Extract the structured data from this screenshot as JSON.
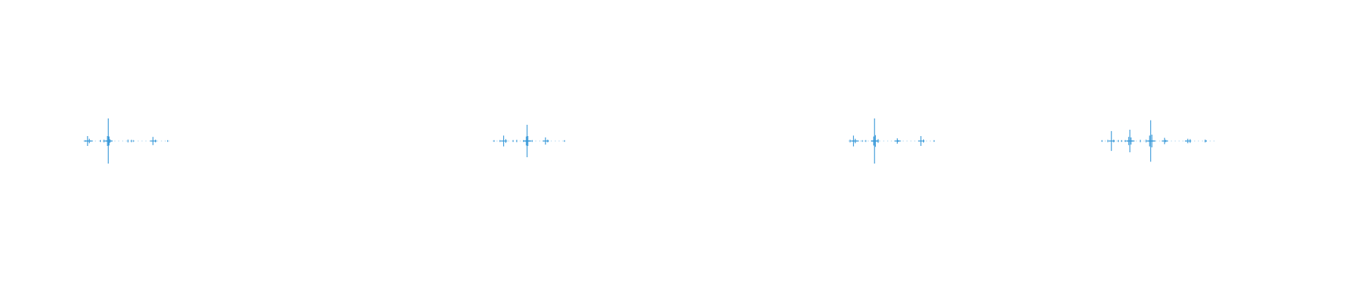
{
  "colors": {
    "background": "#ffffff",
    "waveform": "#3a9ad9"
  },
  "waveforms": [
    {
      "id": "waveform-1",
      "peaks": [
        {
          "offset": 0.02,
          "amp": 0.02
        },
        {
          "offset": 0.05,
          "amp": 0.22
        },
        {
          "offset": 0.07,
          "amp": 0.1
        },
        {
          "offset": 0.2,
          "amp": 0.04
        },
        {
          "offset": 0.24,
          "amp": 0.06
        },
        {
          "offset": 0.28,
          "amp": 0.22
        },
        {
          "offset": 0.29,
          "amp": 1.0
        },
        {
          "offset": 0.3,
          "amp": 0.2
        },
        {
          "offset": 0.31,
          "amp": 0.08
        },
        {
          "offset": 0.52,
          "amp": 0.06
        },
        {
          "offset": 0.56,
          "amp": 0.05
        },
        {
          "offset": 0.58,
          "amp": 0.04
        },
        {
          "offset": 0.81,
          "amp": 0.18
        },
        {
          "offset": 0.84,
          "amp": 0.06
        },
        {
          "offset": 0.98,
          "amp": 0.02
        }
      ]
    },
    {
      "id": "waveform-2",
      "peaks": [
        {
          "offset": 0.02,
          "amp": 0.03
        },
        {
          "offset": 0.1,
          "amp": 0.04
        },
        {
          "offset": 0.15,
          "amp": 0.24
        },
        {
          "offset": 0.18,
          "amp": 0.08
        },
        {
          "offset": 0.28,
          "amp": 0.04
        },
        {
          "offset": 0.33,
          "amp": 0.05
        },
        {
          "offset": 0.42,
          "amp": 0.04
        },
        {
          "offset": 0.46,
          "amp": 0.2
        },
        {
          "offset": 0.47,
          "amp": 0.72
        },
        {
          "offset": 0.48,
          "amp": 0.22
        },
        {
          "offset": 0.54,
          "amp": 0.04
        },
        {
          "offset": 0.72,
          "amp": 0.16
        },
        {
          "offset": 0.75,
          "amp": 0.06
        },
        {
          "offset": 0.98,
          "amp": 0.03
        }
      ]
    },
    {
      "id": "waveform-3",
      "peaks": [
        {
          "offset": 0.02,
          "amp": 0.06
        },
        {
          "offset": 0.06,
          "amp": 0.24
        },
        {
          "offset": 0.08,
          "amp": 0.1
        },
        {
          "offset": 0.16,
          "amp": 0.03
        },
        {
          "offset": 0.2,
          "amp": 0.04
        },
        {
          "offset": 0.29,
          "amp": 0.2
        },
        {
          "offset": 0.3,
          "amp": 1.0
        },
        {
          "offset": 0.31,
          "amp": 0.26
        },
        {
          "offset": 0.34,
          "amp": 0.08
        },
        {
          "offset": 0.56,
          "amp": 0.12
        },
        {
          "offset": 0.57,
          "amp": 0.04
        },
        {
          "offset": 0.83,
          "amp": 0.22
        },
        {
          "offset": 0.86,
          "amp": 0.07
        },
        {
          "offset": 0.98,
          "amp": 0.03
        }
      ]
    },
    {
      "id": "waveform-4",
      "peaks": [
        {
          "offset": 0.01,
          "amp": 0.03
        },
        {
          "offset": 0.06,
          "amp": 0.05
        },
        {
          "offset": 0.09,
          "amp": 0.44
        },
        {
          "offset": 0.11,
          "amp": 0.06
        },
        {
          "offset": 0.15,
          "amp": 0.04
        },
        {
          "offset": 0.18,
          "amp": 0.03
        },
        {
          "offset": 0.21,
          "amp": 0.04
        },
        {
          "offset": 0.24,
          "amp": 0.18
        },
        {
          "offset": 0.25,
          "amp": 0.5
        },
        {
          "offset": 0.26,
          "amp": 0.16
        },
        {
          "offset": 0.34,
          "amp": 0.05
        },
        {
          "offset": 0.39,
          "amp": 0.06
        },
        {
          "offset": 0.42,
          "amp": 0.24
        },
        {
          "offset": 0.43,
          "amp": 0.92
        },
        {
          "offset": 0.44,
          "amp": 0.28
        },
        {
          "offset": 0.55,
          "amp": 0.14
        },
        {
          "offset": 0.56,
          "amp": 0.05
        },
        {
          "offset": 0.75,
          "amp": 0.1
        },
        {
          "offset": 0.77,
          "amp": 0.08
        },
        {
          "offset": 0.9,
          "amp": 0.06
        },
        {
          "offset": 0.91,
          "amp": 0.03
        }
      ]
    }
  ]
}
